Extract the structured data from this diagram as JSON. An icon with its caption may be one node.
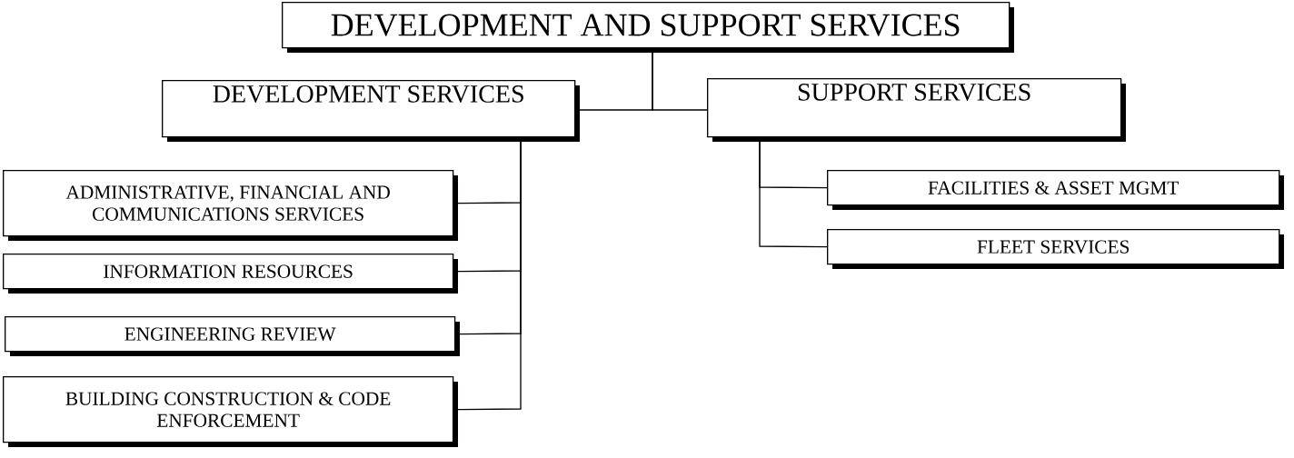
{
  "diagram": {
    "nodes": [
      {
        "text": [
          "DEVELOPMENT AND SUPPORT SERVICES"
        ]
      },
      {
        "text": [
          "DEVELOPMENT SERVICES"
        ]
      },
      {
        "text": [
          "SUPPORT SERVICES"
        ]
      },
      {
        "text": [
          "ADMINISTRATIVE, FINANCIAL AND COMMUNICATIONS SERVICES"
        ]
      },
      {
        "text": [
          "INFORMATION RESOURCES"
        ]
      },
      {
        "text": [
          "ENGINEERING REVIEW"
        ]
      },
      {
        "text": [
          "BUILDING CONSTRUCTION & CODE ENFORCEMENT"
        ]
      },
      {
        "text": [
          "FACILITIES & ASSET MGMT"
        ]
      },
      {
        "text": [
          "FLEET SERVICES"
        ]
      }
    ],
    "edges": [
      {
        "from": 0,
        "to": 1,
        "arrow": "none"
      },
      {
        "from": 0,
        "to": 2,
        "arrow": "none"
      },
      {
        "from": 1,
        "to": 3,
        "arrow": "none"
      },
      {
        "from": 1,
        "to": 4,
        "arrow": "none"
      },
      {
        "from": 1,
        "to": 5,
        "arrow": "none"
      },
      {
        "from": 1,
        "to": 6,
        "arrow": "none"
      },
      {
        "from": 2,
        "to": 7,
        "arrow": "none"
      },
      {
        "from": 2,
        "to": 8,
        "arrow": "none"
      }
    ]
  }
}
